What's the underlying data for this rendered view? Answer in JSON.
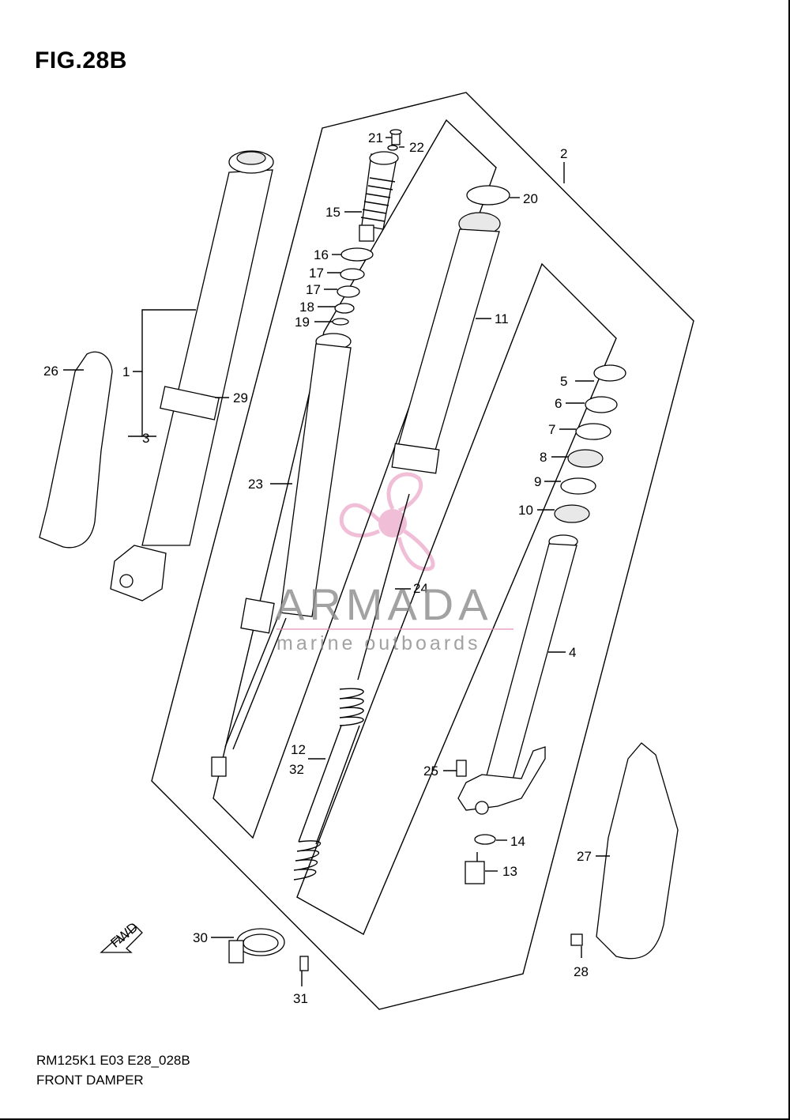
{
  "figure": {
    "title": "FIG.28B",
    "code": "RM125K1 E03 E28_028B",
    "name": "FRONT DAMPER"
  },
  "watermark": {
    "brand": "ARMADA",
    "tagline": "marine outboards",
    "color": "#e68ab8"
  },
  "fwd_label": "FWD",
  "callouts": [
    "1",
    "2",
    "3",
    "4",
    "5",
    "6",
    "7",
    "8",
    "9",
    "10",
    "11",
    "12",
    "13",
    "14",
    "15",
    "16",
    "17",
    "17",
    "18",
    "19",
    "20",
    "21",
    "22",
    "23",
    "24",
    "25",
    "26",
    "27",
    "28",
    "29",
    "30",
    "31",
    "32"
  ]
}
